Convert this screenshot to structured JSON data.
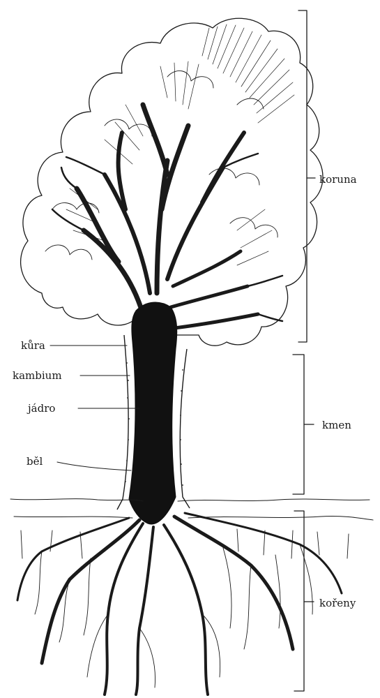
{
  "labels": {
    "crown": "koruna",
    "trunk": "kmen",
    "roots": "kořeny",
    "bark": "kůra",
    "cambium": "kambium",
    "heartwood": "jádro",
    "sapwood": "běl"
  }
}
